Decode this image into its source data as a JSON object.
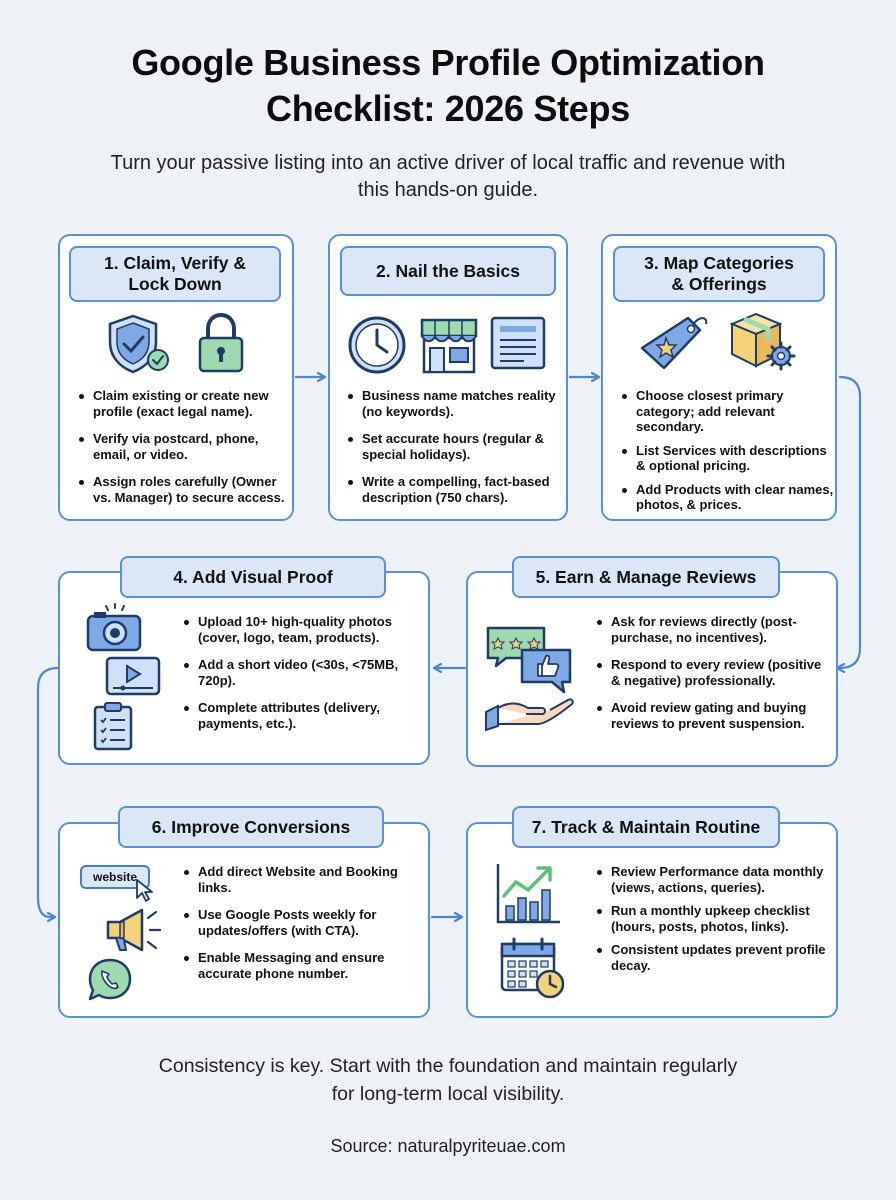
{
  "title_line1": "Google Business Profile Optimization",
  "title_line2": "Checklist: 2026 Steps",
  "subtitle": "Turn your passive listing into an active driver of local traffic and revenue with this hands-on guide.",
  "steps": [
    {
      "heading_line1": "1. Claim, Verify &",
      "heading_line2": "Lock Down",
      "bullets": [
        "Claim existing or create new profile (exact legal name).",
        "Verify via postcard, phone, email, or video.",
        "Assign roles carefully (Owner vs. Manager) to secure access."
      ]
    },
    {
      "heading": "2. Nail the Basics",
      "bullets": [
        "Business name matches reality (no keywords).",
        "Set accurate hours (regular & special holidays).",
        "Write a compelling, fact-based description (750 chars)."
      ]
    },
    {
      "heading_line1": "3. Map Categories",
      "heading_line2": "& Offerings",
      "bullets": [
        "Choose closest primary category; add relevant secondary.",
        "List Services with descriptions & optional pricing.",
        "Add Products with clear names, photos, & prices."
      ]
    },
    {
      "heading": "4. Add Visual Proof",
      "bullets": [
        "Upload 10+ high-quality photos (cover, logo, team, products).",
        "Add a short video (<30s, <75MB, 720p).",
        "Complete attributes (delivery, payments, etc.)."
      ]
    },
    {
      "heading": "5. Earn & Manage Reviews",
      "bullets": [
        "Ask for reviews directly (post-purchase, no incentives).",
        "Respond to every review (positive & negative) professionally.",
        "Avoid review gating and buying reviews to prevent suspension."
      ]
    },
    {
      "heading": "6. Improve Conversions",
      "website_tag": "website",
      "bullets": [
        "Add direct Website and Booking links.",
        "Use Google Posts weekly for updates/offers (with CTA).",
        "Enable Messaging and ensure accurate phone number."
      ]
    },
    {
      "heading": "7. Track & Maintain Routine",
      "bullets": [
        "Review Performance data monthly (views, actions, queries).",
        "Run a monthly upkeep checklist (hours, posts, photos, links).",
        "Consistent updates prevent profile decay."
      ]
    }
  ],
  "footer_line1": "Consistency is key. Start with the foundation and maintain regularly",
  "footer_line2": "for long-term local visibility.",
  "source": "Source: naturalpyriteuae.com",
  "colors": {
    "background": "#eef2f7",
    "card_border": "#5b8fd6",
    "pill_fill": "#dbe7f7",
    "arrow": "#4a86d4",
    "icon_green": "#9fd9b0",
    "icon_blue": "#7fa8e6",
    "icon_yellow": "#f3d27a"
  }
}
